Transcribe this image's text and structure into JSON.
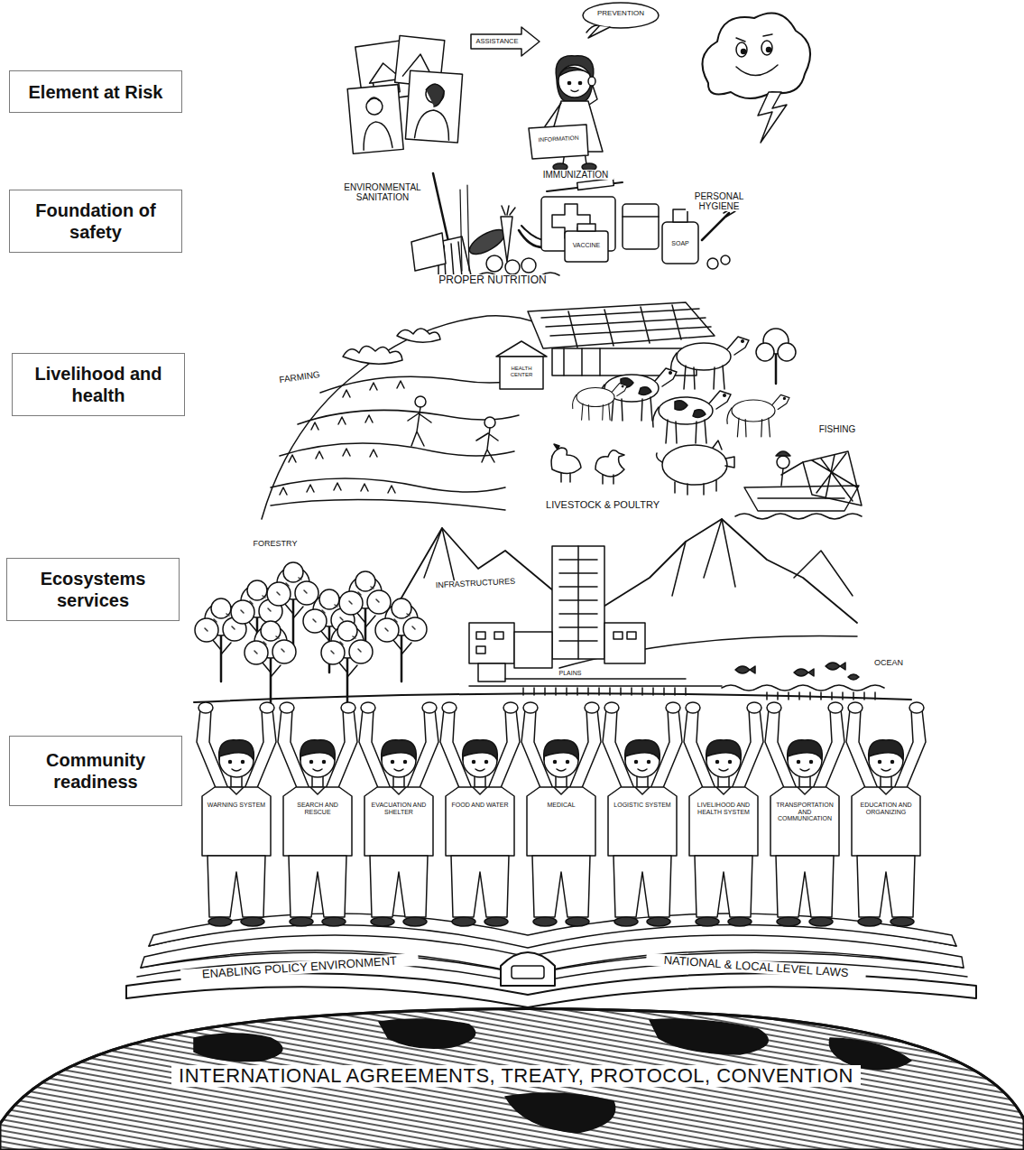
{
  "diagram": {
    "nodes": [
      {
        "text": [
          "Element at Risk"
        ]
      },
      {
        "text": [
          "Foundation of safety"
        ]
      },
      {
        "text": [
          "Livelihood and health"
        ]
      },
      {
        "text": [
          "Ecosystems services"
        ]
      },
      {
        "text": [
          "Community readiness"
        ]
      }
    ],
    "labels": [
      "ASSISTANCE",
      "PREVENTION",
      "INFORMATION",
      "ENVIRONMENTAL SANITATION",
      "IMMUNIZATION",
      "PERSONAL HYGIENE",
      "VACCINE",
      "SOAP",
      "PROPER NUTRITION",
      "FARMING",
      "HEALTH CENTER",
      "LIVESTOCK & POULTRY",
      "FISHING",
      "FORESTRY",
      "INFRASTRUCTURES",
      "PLAINS",
      "OCEAN",
      "WARNING SYSTEM",
      "SEARCH AND RESCUE",
      "EVACUATION AND SHELTER",
      "FOOD AND WATER",
      "MEDICAL",
      "LOGISTIC SYSTEM",
      "LIVELIHOOD AND HEALTH SYSTEM",
      "TRANSPORTATION AND COMMUNICATION",
      "EDUCATION AND ORGANIZING",
      "ENABLING POLICY ENVIRONMENT",
      "NATIONAL & LOCAL LEVEL LAWS",
      "INTERNATIONAL AGREEMENTS, TREATY, PROTOCOL, CONVENTION"
    ]
  }
}
